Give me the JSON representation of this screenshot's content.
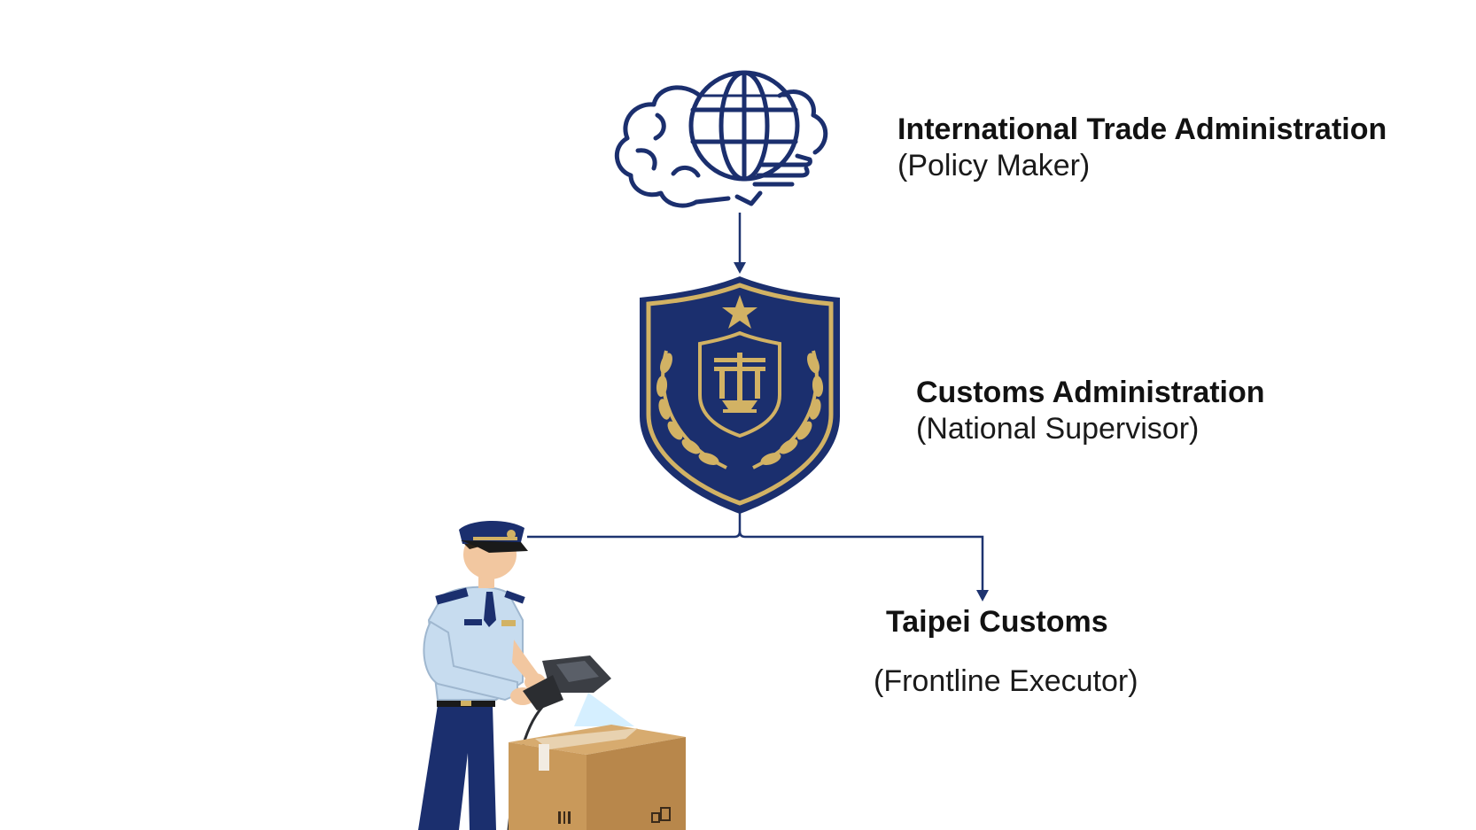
{
  "nodes": [
    {
      "title": "International Trade Administration",
      "subtitle": "(Policy Maker)"
    },
    {
      "title": "Customs Administration",
      "subtitle": "(National Supervisor)"
    },
    {
      "title": "Taipei Customs",
      "subtitle": "(Frontline Executor)"
    }
  ],
  "colors": {
    "navy": "#1b2f6e",
    "gold": "#d2b264",
    "line": "#1e3470",
    "box": "#c9995a",
    "shirt": "#c7dcef",
    "skin": "#f2c7a0"
  },
  "icons": {
    "policy_maker": "brain-globe-icon",
    "national_supervisor": "shield-crest-icon",
    "frontline_executor": "customs-officer-scanning-package"
  }
}
